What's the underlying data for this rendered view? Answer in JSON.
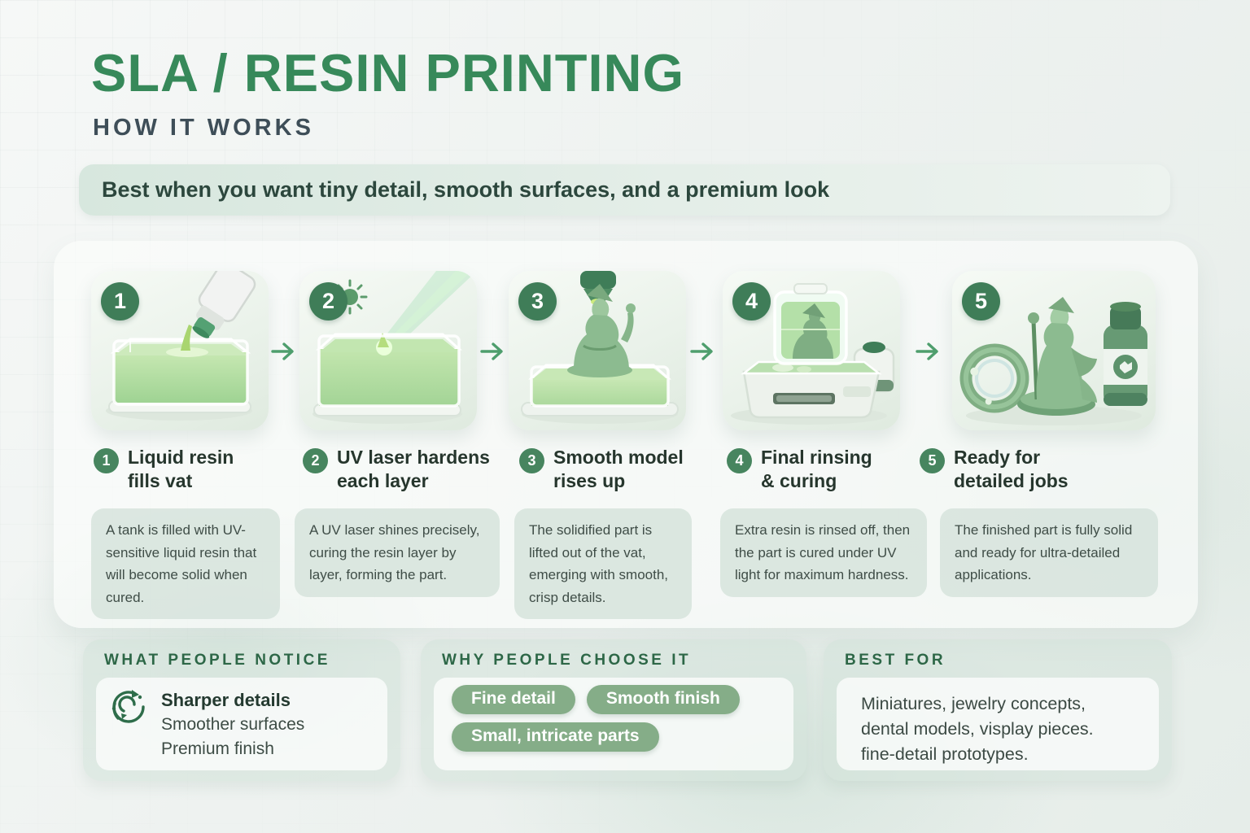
{
  "header": {
    "title": "SLA / RESIN PRINTING",
    "subtitle": "HOW IT WORKS",
    "tagline": "Best when you want tiny detail, smooth surfaces, and a premium look"
  },
  "steps": [
    {
      "number": "1",
      "title_line1": "Liquid resin",
      "title_line2": "fills vat",
      "illustration": "resin-pour-into-vat",
      "description": "A tank is filled with UV-sensitive liquid resin that will become solid when cured."
    },
    {
      "number": "2",
      "title_line1": "UV laser hardens",
      "title_line2": "each layer",
      "illustration": "uv-laser-on-vat",
      "description": "A UV laser shines precisely, curing the resin layer by layer, forming the part."
    },
    {
      "number": "3",
      "title_line1": "Smooth model",
      "title_line2": "rises up",
      "illustration": "model-rising-from-vat",
      "description": "The solidified part is lifted out of the vat, emerging with smooth, crisp details."
    },
    {
      "number": "4",
      "title_line1": "Final rinsing",
      "title_line2": "& curing",
      "illustration": "rinse-and-cure-station",
      "description": "Extra resin is rinsed off, then the part is cured under UV light for maximum hardness."
    },
    {
      "number": "5",
      "title_line1": "Ready for",
      "title_line2": "detailed jobs",
      "illustration": "finished-parts-ring-figurine-bottle",
      "description": "The finished part is fully solid and ready for ultra-detailed applications."
    }
  ],
  "notice_panel": {
    "header": "WHAT PEOPLE NOTICE",
    "icon": "circular-arrows-icon",
    "highlight": "Sharper details",
    "items": [
      "Smoother surfaces",
      "Premium finish"
    ]
  },
  "choose_panel": {
    "header": "WHY PEOPLE CHOOSE IT",
    "pills": [
      "Fine detail",
      "Smooth finish",
      "Small, intricate parts"
    ]
  },
  "best_panel": {
    "header": "BEST FOR",
    "lines": [
      "Miniatures, jewelry concepts,",
      "dental models, visplay pieces.",
      "fine-detail prototypes."
    ]
  },
  "colors": {
    "title_green": "#37895a",
    "badge_green": "#3f7d58",
    "pill_green": "#85ad88",
    "panel_header_green": "#2d6747",
    "dark_text": "#26362d",
    "body_text": "#3f4d47"
  }
}
